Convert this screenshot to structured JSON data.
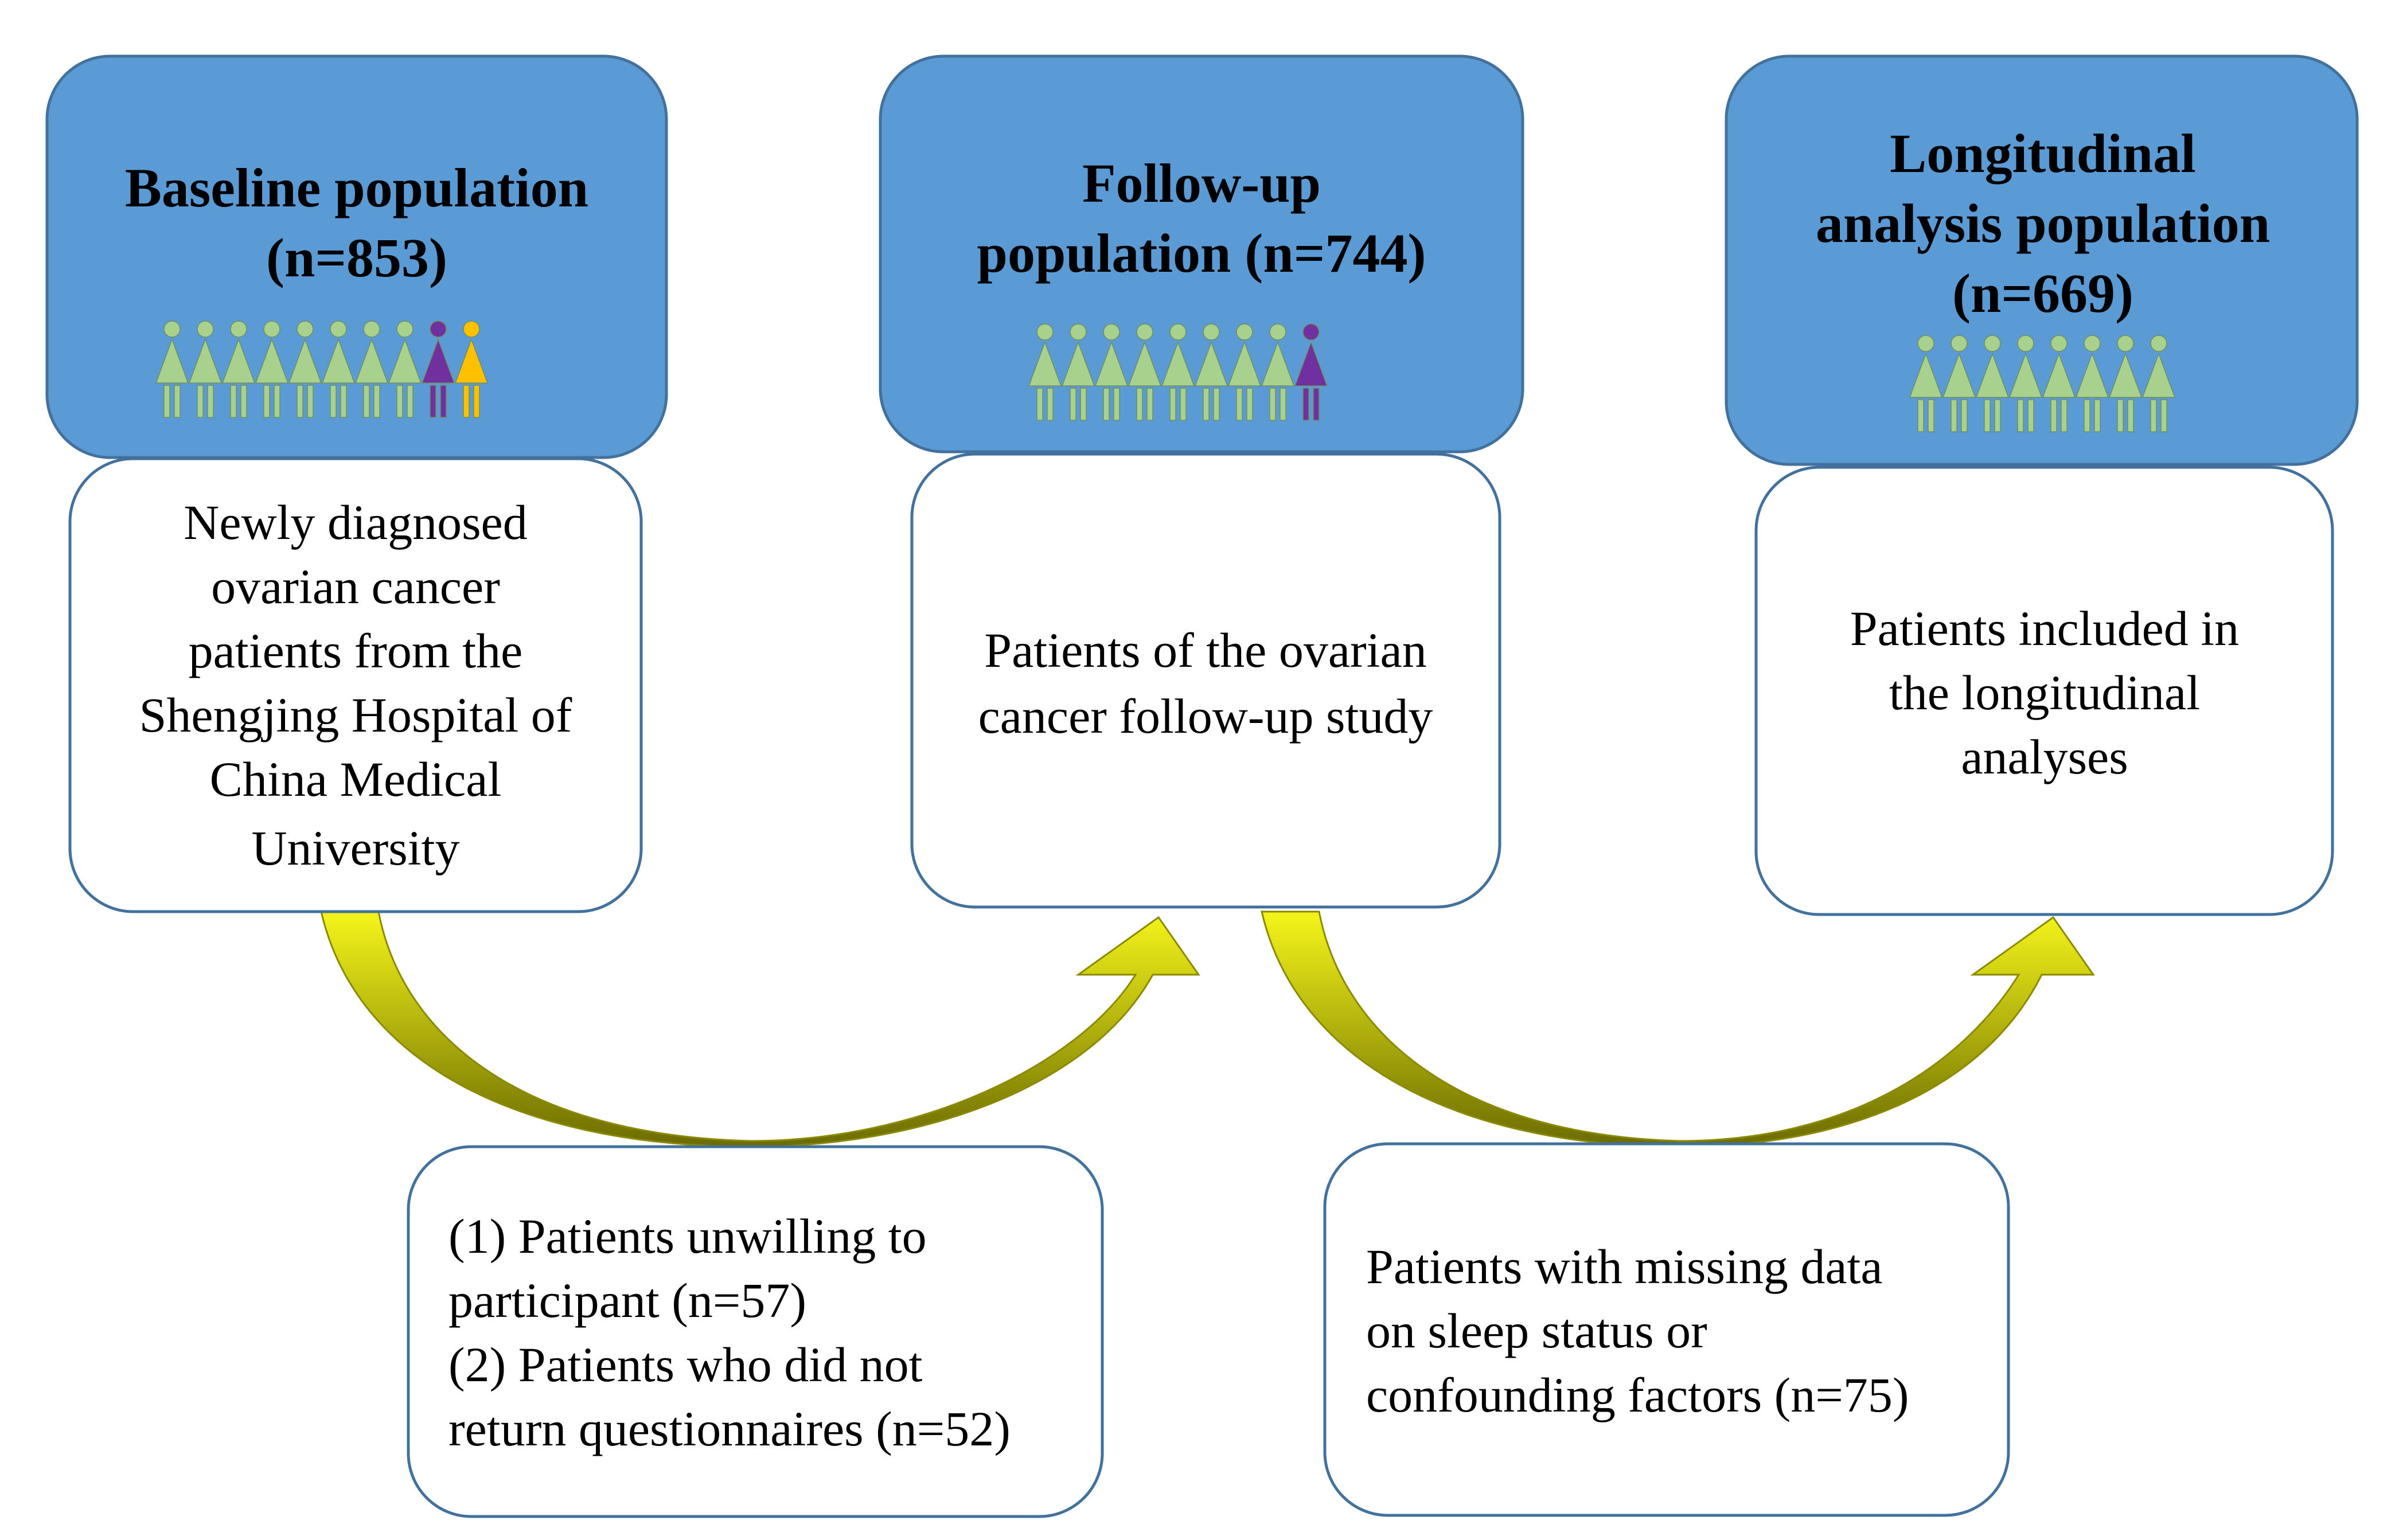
{
  "colors": {
    "header_fill": "#5b9bd5",
    "header_stroke": "#41719c",
    "box_stroke": "#41719c",
    "person_green": "#a9d18e",
    "person_purple": "#7030a0",
    "person_orange": "#ffc000",
    "arrow_light": "#f2f21a",
    "arrow_dark": "#6b6b00"
  },
  "stages": [
    {
      "header": [
        "Baseline population",
        "(n=853)"
      ],
      "icons": [
        "green",
        "green",
        "green",
        "green",
        "green",
        "green",
        "green",
        "green",
        "purple",
        "orange"
      ],
      "description": [
        "Newly diagnosed",
        "ovarian cancer",
        "patients from the",
        "Shengjing Hospital of",
        "China Medical",
        "University"
      ]
    },
    {
      "header": [
        "Follow-up",
        "population (n=744)"
      ],
      "icons": [
        "green",
        "green",
        "green",
        "green",
        "green",
        "green",
        "green",
        "green",
        "purple"
      ],
      "description": [
        "Patients of the ovarian",
        "cancer follow-up study"
      ]
    },
    {
      "header": [
        "Longitudinal",
        "analysis population",
        "(n=669)"
      ],
      "icons": [
        "green",
        "green",
        "green",
        "green",
        "green",
        "green",
        "green",
        "green"
      ],
      "description": [
        "Patients included in",
        "the longitudinal",
        "analyses"
      ]
    }
  ],
  "exclusions": [
    {
      "lines": [
        "(1) Patients unwilling to",
        "participant (n=57)",
        "(2) Patients who did not",
        "return questionnaires (n=52)"
      ]
    },
    {
      "lines": [
        "Patients with missing data",
        "on sleep status or",
        "confounding factors (n=75)"
      ]
    }
  ]
}
